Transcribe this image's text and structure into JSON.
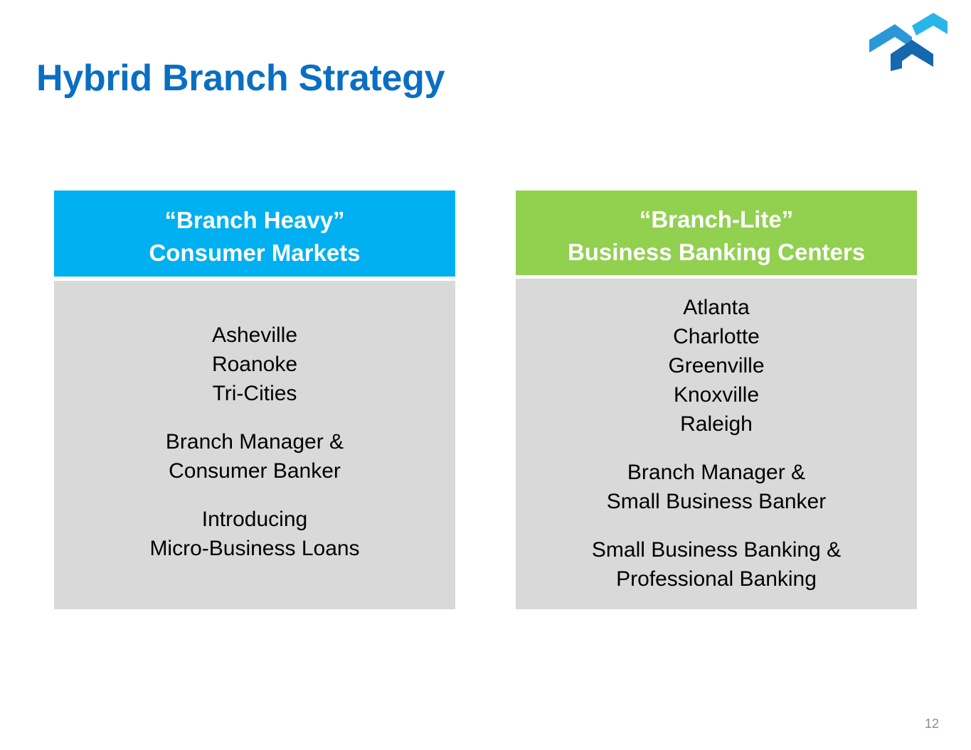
{
  "title": "Hybrid Branch Strategy",
  "page_number": "12",
  "colors": {
    "title": "#0a6fc2",
    "left_header": "#00b0f0",
    "right_header": "#92d050",
    "panel_body": "#d9d9d9"
  },
  "left_panel": {
    "header": [
      "“Branch Heavy”",
      "Consumer Markets"
    ],
    "groups": [
      [
        "Asheville",
        "Roanoke",
        "Tri-Cities"
      ],
      [
        "Branch Manager &",
        "Consumer Banker"
      ],
      [
        "Introducing",
        "Micro-Business Loans"
      ]
    ]
  },
  "right_panel": {
    "header": [
      "“Branch-Lite”",
      "Business Banking Centers"
    ],
    "groups": [
      [
        "Atlanta",
        "Charlotte",
        "Greenville",
        "Knoxville",
        "Raleigh"
      ],
      [
        "Branch Manager &",
        "Small Business Banker"
      ],
      [
        "Small Business Banking &",
        "Professional Banking"
      ]
    ]
  }
}
